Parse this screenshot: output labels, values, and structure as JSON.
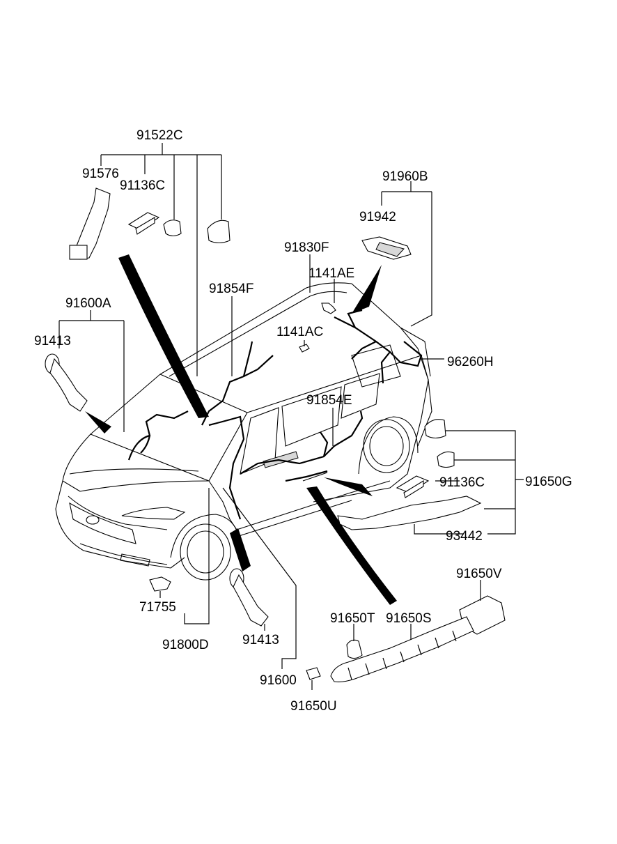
{
  "labels": {
    "l_91522C": "91522C",
    "l_91576": "91576",
    "l_91136C_top": "91136C",
    "l_91960B": "91960B",
    "l_91942": "91942",
    "l_91830F": "91830F",
    "l_1141AE": "1141AE",
    "l_91854F": "91854F",
    "l_91600A": "91600A",
    "l_91413_left": "91413",
    "l_1141AC": "1141AC",
    "l_96260H": "96260H",
    "l_91854E": "91854E",
    "l_91136C_right": "91136C",
    "l_91650G": "91650G",
    "l_93442": "93442",
    "l_91650V": "91650V",
    "l_71755": "71755",
    "l_91650T": "91650T",
    "l_91650S": "91650S",
    "l_91800D": "91800D",
    "l_91413_bottom": "91413",
    "l_91600": "91600",
    "l_91650U": "91650U"
  }
}
